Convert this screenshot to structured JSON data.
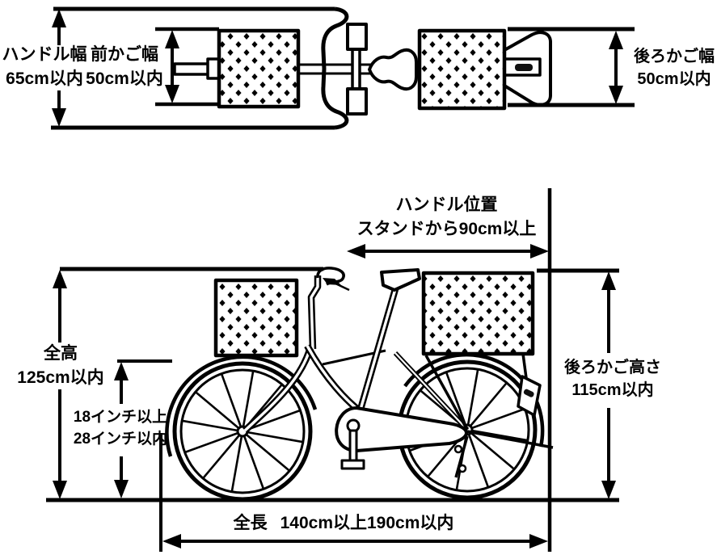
{
  "colors": {
    "ink": "#000000",
    "paper": "#ffffff"
  },
  "top_view": {
    "handle_width_label": {
      "line1": "ハンドル幅",
      "line2": "65cm以内"
    },
    "front_basket_width_label": {
      "line1": "前かご幅",
      "line2": "50cm以内"
    },
    "rear_basket_width_label": {
      "line1": "後ろかご幅",
      "line2": "50cm以内"
    }
  },
  "side_view": {
    "handle_position_label": {
      "line1": "ハンドル位置",
      "line2": "スタンドから90cm以上"
    },
    "total_height_label": {
      "line1": "全高",
      "line2": "125cm以内"
    },
    "wheel_size_label": {
      "line1": "18インチ以上",
      "line2": "28インチ以内"
    },
    "rear_basket_height_label": {
      "line1": "後ろかご高さ",
      "line2": "115cm以内"
    },
    "total_length_label": {
      "prefix": "全長",
      "value": "140cm以上190cm以内"
    }
  }
}
